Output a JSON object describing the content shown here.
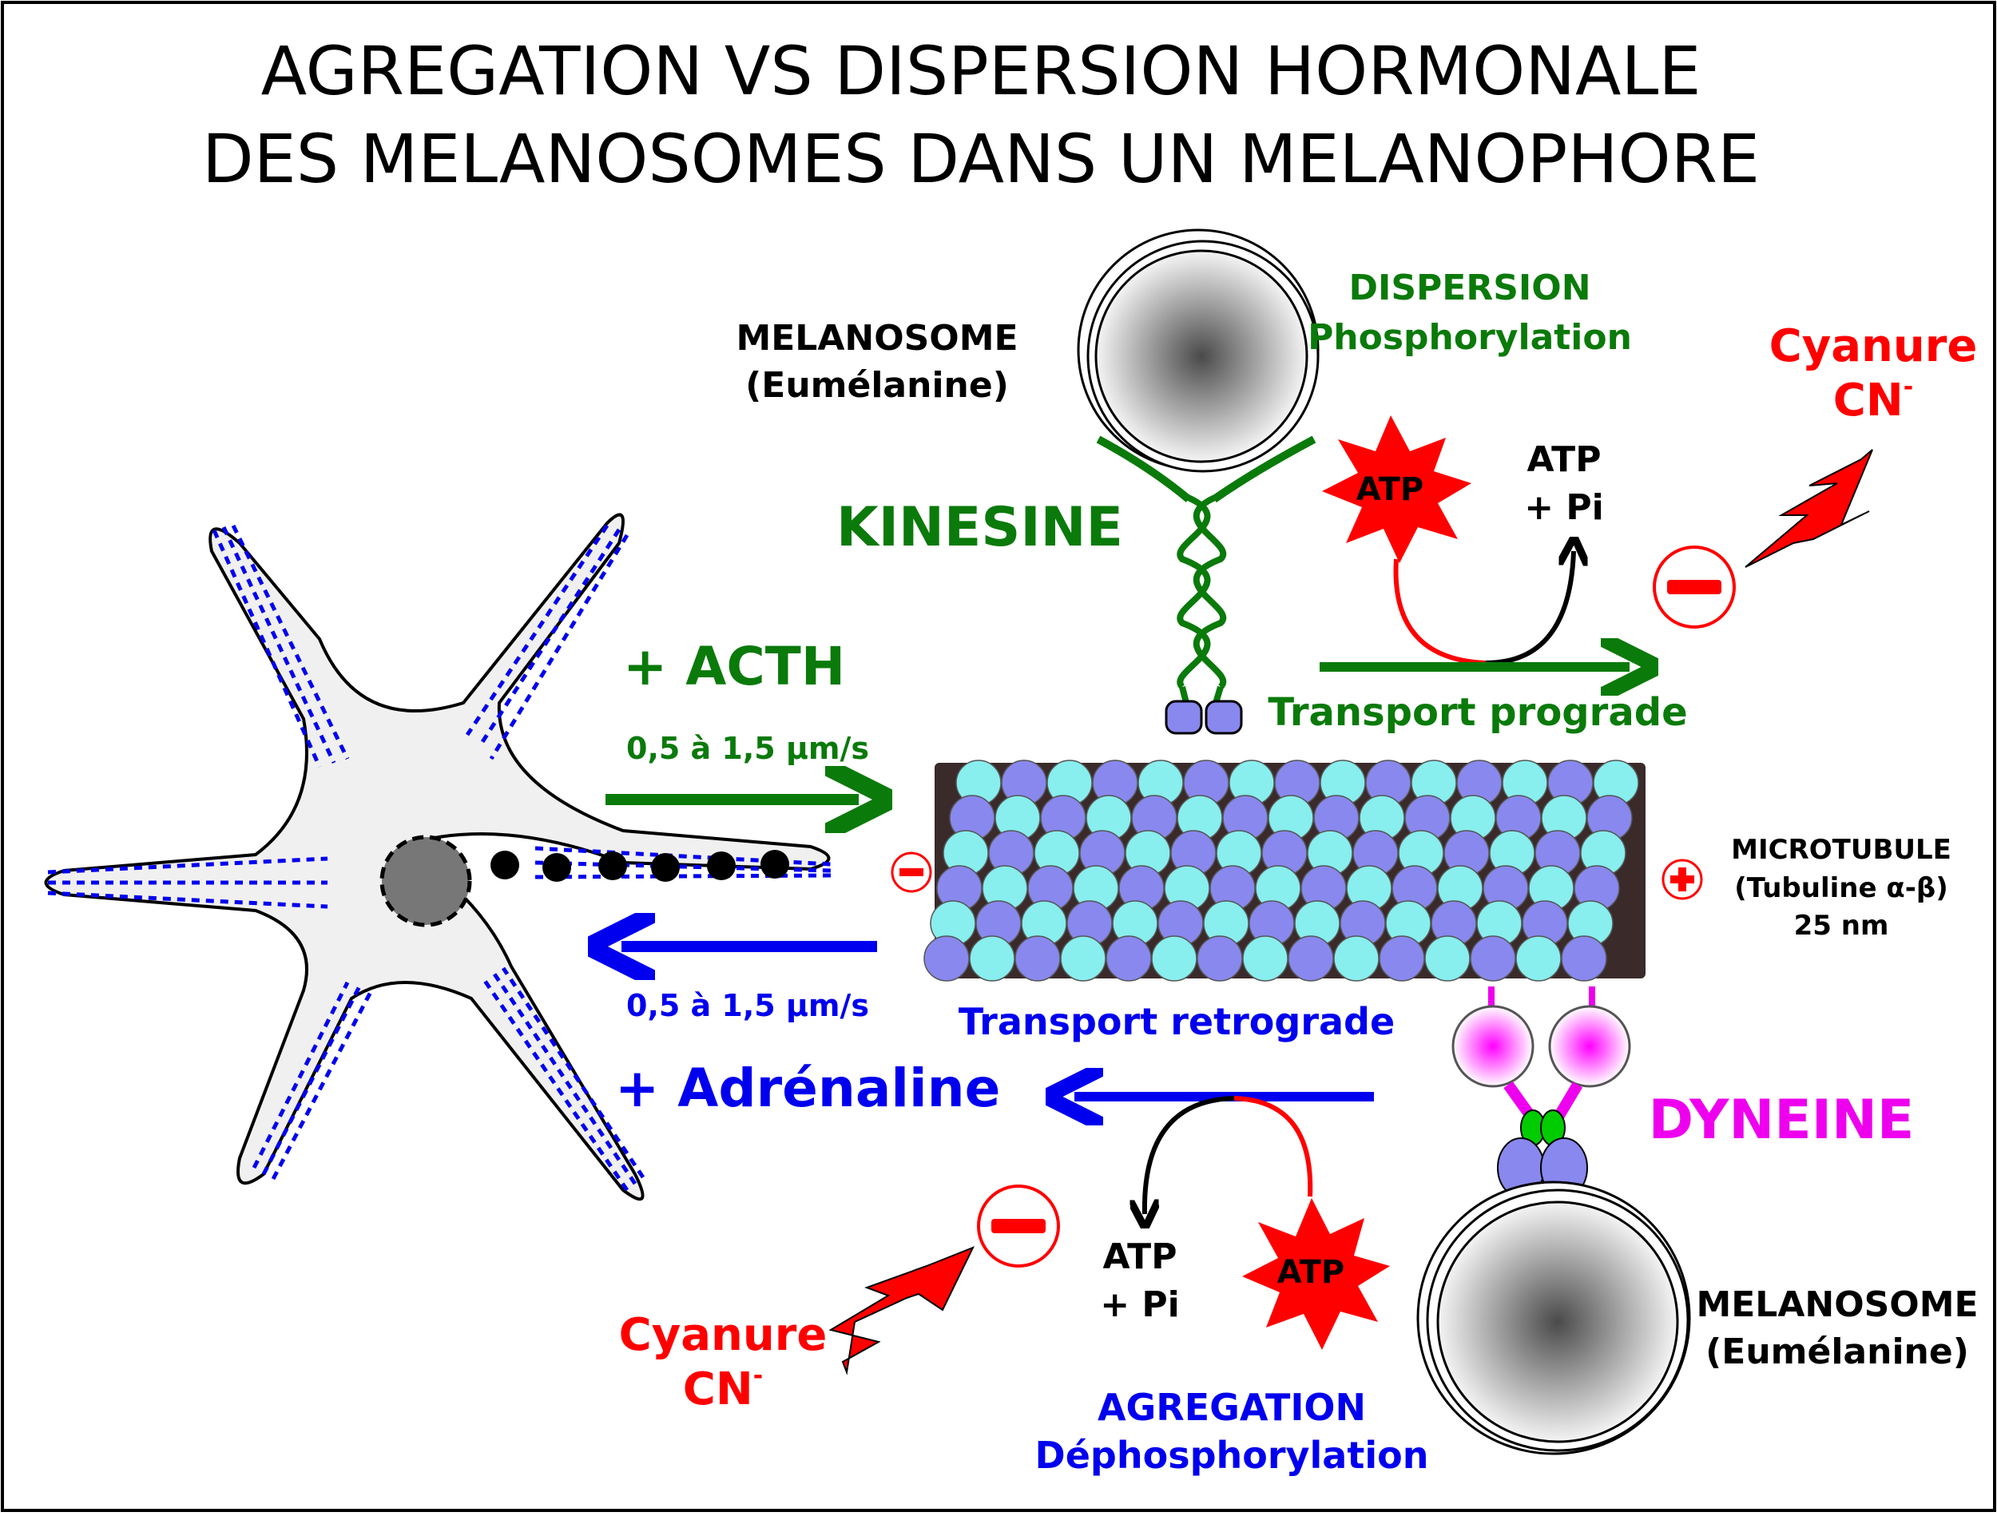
{
  "title": {
    "line1": "AGREGATION VS DISPERSION HORMONALE",
    "line2": "DES MELANOSOMES DANS UN MELANOPHORE"
  },
  "top": {
    "melanosome_label": "MELANOSOME",
    "melanosome_sub": "(Eumélanine)",
    "dispersion_label": "DISPERSION",
    "phosphorylation_label": "Phosphorylation",
    "kinesine_label": "KINESINE",
    "atp_star": "ATP",
    "atp_products_1": "ATP",
    "atp_products_2": "+ Pi",
    "transport_label": "Transport prograde",
    "cyanure_label": "Cyanure",
    "cn_label": "CN",
    "cn_sup": "-"
  },
  "left": {
    "acth_label": "+ ACTH",
    "speed_top": "0,5 à 1,5 µm/s",
    "speed_bottom": "0,5 à 1,5 µm/s",
    "adrenaline_label": "+ Adrénaline"
  },
  "microtubule": {
    "label_1": "MICROTUBULE",
    "label_2": "(Tubuline α-β)",
    "label_3": "25 nm",
    "retrograde_label": "Transport retrograde"
  },
  "bottom": {
    "dyneine_label": "DYNEINE",
    "atp_star": "ATP",
    "atp_products_1": "ATP",
    "atp_products_2": "+ Pi",
    "cyanure_label": "Cyanure",
    "cn_label": "CN",
    "cn_sup": "-",
    "agregation_label": "AGREGATION",
    "dephosphorylation_label": "Déphosphorylation",
    "melanosome_label": "MELANOSOME",
    "melanosome_sub": "(Eumélanine)"
  },
  "colors": {
    "green": "#0a7a0a",
    "blue": "#0000ee",
    "red": "#ff0000",
    "magenta": "#ee00ee",
    "tubulin_alpha": "#8888ee",
    "tubulin_beta": "#88eeee"
  }
}
